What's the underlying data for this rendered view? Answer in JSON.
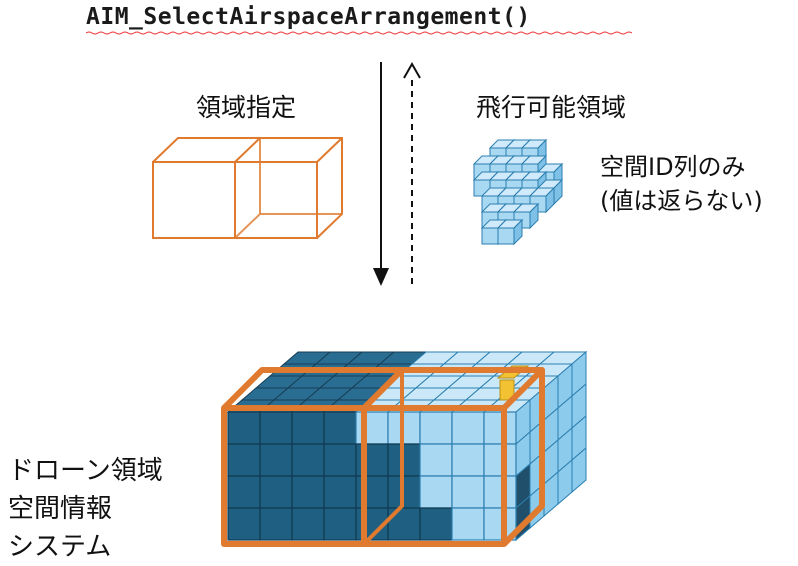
{
  "function_name": "AIM_SelectAirspaceArrangement()",
  "request_label": "領域指定",
  "result_label": "飛行可能領域",
  "result_note": [
    "空間ID列のみ",
    "(値は返らない)"
  ],
  "system_label": [
    "ドローン領域",
    "空間情報",
    "システム"
  ],
  "colors": {
    "orange": "#e07a2f",
    "dark_blue": "#1f5f82",
    "light_blue": "#a9d8f2",
    "yellow": "#f2c232"
  },
  "icons": {
    "request_arrow": "arrow-down-solid",
    "response_arrow": "arrow-up-dashed"
  }
}
